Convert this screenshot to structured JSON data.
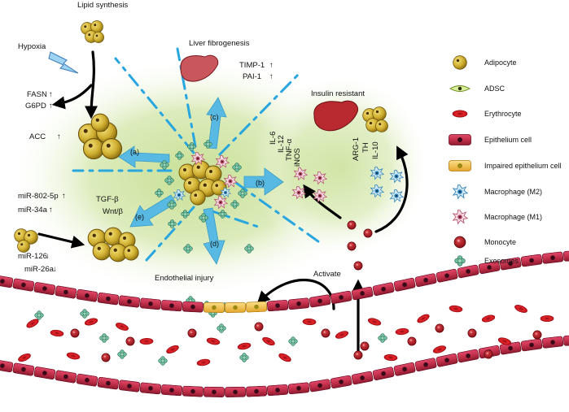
{
  "labels": {
    "lipid_synthesis": "Lipid synthesis",
    "hypoxia": "Hypoxia",
    "fasn": "FASN",
    "g6pd": "G6PD",
    "acc": "ACC",
    "liver_fibrogenesis": "Liver fibrogenesis",
    "timp1": "TIMP-1",
    "pai1": "PAI-1",
    "insulin_resistant": "Insulin resistant",
    "il6": "IL-6",
    "il12": "IL-12",
    "tnfa": "TNF-α",
    "inos": "iNOS",
    "arg1": "ARG-1",
    "th": "TH",
    "il10": "IL-10",
    "a": "(a)",
    "b": "(b)",
    "c": "(c)",
    "d": "(d)",
    "e": "(e)",
    "tgfb": "TGF-β",
    "wnt": "Wnt/β",
    "mir802": "miR-802-5p",
    "mir34a": "miR-34a",
    "mir126": "miR-126",
    "mir26a": "miR-26a",
    "endothelial_injury": "Endothelial injury",
    "activate": "Activate"
  },
  "legend": [
    {
      "label": "Adipocyte",
      "icon": "adipocyte-icon"
    },
    {
      "label": "ADSC",
      "icon": "adsc-icon"
    },
    {
      "label": "Erythrocyte",
      "icon": "erythrocyte-icon"
    },
    {
      "label": "Epithelium cell",
      "icon": "epithelium-cell-icon"
    },
    {
      "label": "Impaired epithelium cell",
      "icon": "impaired-epithelium-cell-icon"
    },
    {
      "label": "Macrophage (M2)",
      "icon": "macrophage-m2-icon"
    },
    {
      "label": "Macrophage (M1)",
      "icon": "macrophage-m1-icon"
    },
    {
      "label": "Monocyte",
      "icon": "monocyte-icon"
    },
    {
      "label": "Exosomes",
      "icon": "exosome-icon"
    }
  ],
  "colors": {
    "glow": "#c9e29a",
    "arrow_blue": "#58b9e3",
    "dash_blue": "#2aa6df",
    "adipocyte": "#c9a92c",
    "epithelium": "#c2304a",
    "impaired": "#f2c04c",
    "erythrocyte": "#d8141c",
    "monocyte": "#a3141c",
    "m2": "#3a8cc0",
    "m1": "#c0607a",
    "exosome": "#5aa47e",
    "liver": "#b8343a"
  }
}
